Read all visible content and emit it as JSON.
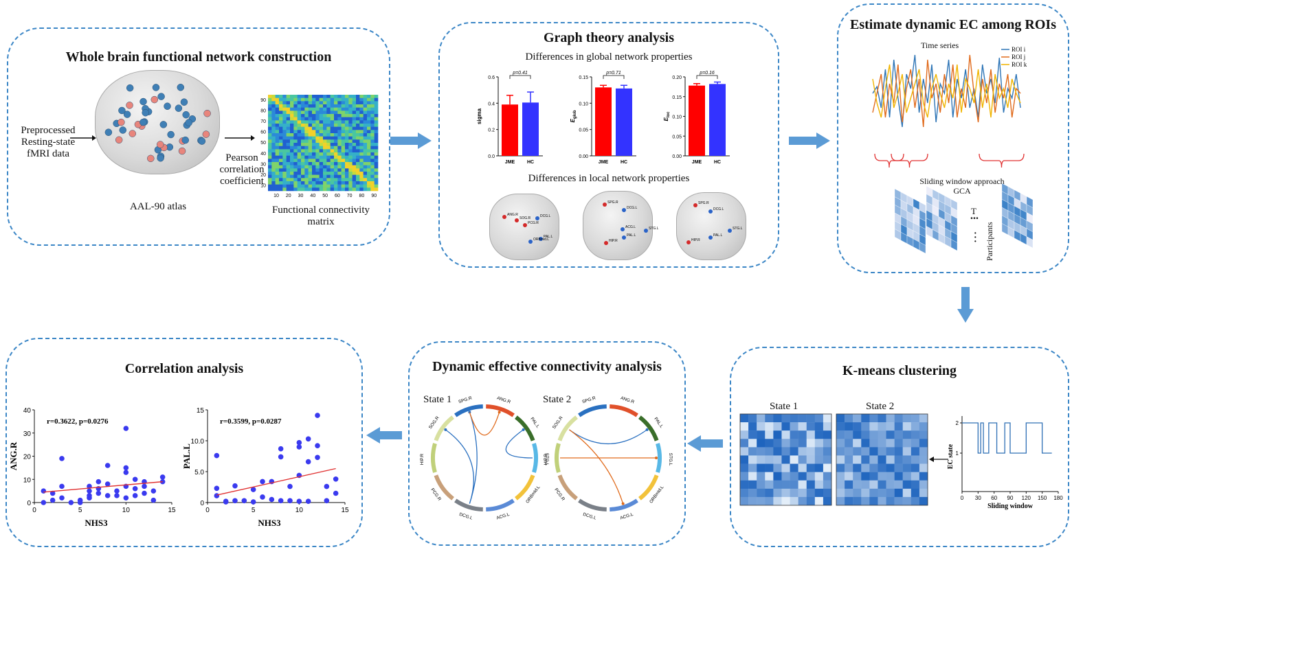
{
  "panels": {
    "p1": {
      "title": "Whole brain functional network construction",
      "input_label": "Preprocessed\nResting-state\nfMRI data",
      "atlas_label": "AAL-90 atlas",
      "method_label": "Pearson\ncorrelation\ncoefficient",
      "matrix_label": "Functional connectivity\nmatrix",
      "matrix_yticks": [
        "90",
        "80",
        "70",
        "60",
        "50",
        "40",
        "30",
        "20",
        "10"
      ],
      "matrix_xticks": [
        "10",
        "20",
        "30",
        "40",
        "50",
        "60",
        "70",
        "80",
        "90"
      ]
    },
    "p2": {
      "title": "Graph theory analysis",
      "global_label": "Differences in global network properties",
      "local_label": "Differences in local network properties",
      "brain_node_labels": [
        "ANG.R",
        "DCG.L",
        "SOG.R",
        "PCG.R",
        "PAL.L",
        "SPG.R",
        "STG.L",
        "ACG.L",
        "HIP.R",
        "ORBmid.L"
      ]
    },
    "p3": {
      "title": "Estimate dynamic EC among ROIs",
      "ts_label": "Time series",
      "legend": [
        "ROI i",
        "ROI j",
        "ROI k"
      ],
      "sliding_label": "Sliding window approach",
      "gca_label": "GCA",
      "t_label": "T",
      "participants_label": "Participants",
      "dots": "..."
    },
    "p4": {
      "title": "K-means clustering",
      "state1": "State 1",
      "state2": "State 2",
      "ylabel": "EC state",
      "xlabel": "Sliding window"
    },
    "p5": {
      "title": "Dynamic effective connectivity analysis",
      "state1": "State 1",
      "state2": "State 2"
    },
    "p6": {
      "title": "Correlation analysis"
    }
  },
  "colors": {
    "panel_border": "#3b86c6",
    "arrow": "#5b9bd5",
    "jme_bar": "#ff0000",
    "hc_bar": "#3333ff",
    "scatter_point": "#3a3aef",
    "fit_line": "#e03030",
    "ts_roi_i": "#2e75b6",
    "ts_roi_j": "#e06a1b",
    "ts_roi_k": "#f0b400",
    "bracket": "#e03030"
  },
  "chart_data": [
    {
      "type": "bar",
      "categories": [
        "JME",
        "HC"
      ],
      "values": [
        0.39,
        0.405
      ],
      "errors": [
        0.07,
        0.08
      ],
      "ylabel": "sigma",
      "annotation": "p=0.41",
      "ylim": [
        0,
        0.6
      ],
      "yticks": [
        "0.0",
        "0.2",
        "0.4",
        "0.6"
      ]
    },
    {
      "type": "bar",
      "categories": [
        "JME",
        "HC"
      ],
      "values": [
        0.13,
        0.128
      ],
      "errors": [
        0.004,
        0.006
      ],
      "ylabel": "Eglob",
      "ylabel_main": "E",
      "ylabel_sub": "glob",
      "annotation": "p=0.71",
      "ylim": [
        0,
        0.15
      ],
      "yticks": [
        "0.00",
        "0.05",
        "0.10",
        "0.15"
      ]
    },
    {
      "type": "bar",
      "categories": [
        "JME",
        "HC"
      ],
      "values": [
        0.178,
        0.182
      ],
      "errors": [
        0.005,
        0.005
      ],
      "ylabel": "Eloc",
      "ylabel_main": "E",
      "ylabel_sub": "loc",
      "annotation": "p=0.16",
      "ylim": [
        0,
        0.2
      ],
      "yticks": [
        "0.00",
        "0.05",
        "0.10",
        "0.15",
        "0.20"
      ]
    },
    {
      "type": "line",
      "title": "Time series",
      "series": [
        {
          "name": "ROI i",
          "values": [
            0.55,
            0.62,
            0.4,
            0.8,
            0.3,
            0.9,
            0.5,
            0.2,
            0.75,
            0.6,
            0.95,
            0.35,
            0.7,
            0.45,
            0.85,
            0.25,
            0.65,
            0.55,
            0.9,
            0.3,
            0.7,
            0.5,
            0.8,
            0.4,
            0.6,
            0.3,
            0.85,
            0.55,
            0.7,
            0.45,
            0.92,
            0.35,
            0.6,
            0.5,
            0.75,
            0.4
          ]
        },
        {
          "name": "ROI j",
          "values": [
            0.35,
            0.55,
            0.75,
            0.3,
            0.65,
            0.45,
            0.85,
            0.25,
            0.6,
            0.8,
            0.4,
            0.7,
            0.2,
            0.9,
            0.5,
            0.65,
            0.35,
            0.75,
            0.45,
            0.85,
            0.3,
            0.6,
            0.4,
            0.95,
            0.55,
            0.25,
            0.7,
            0.45,
            0.8,
            0.35,
            0.65,
            0.5,
            0.75,
            0.3,
            0.6,
            0.55
          ]
        },
        {
          "name": "ROI k",
          "values": [
            0.7,
            0.45,
            0.3,
            0.6,
            0.85,
            0.4,
            0.55,
            0.75,
            0.35,
            0.5,
            0.65,
            0.8,
            0.45,
            0.3,
            0.6,
            0.75,
            0.55,
            0.4,
            0.65,
            0.5,
            0.85,
            0.35,
            0.7,
            0.6,
            0.45,
            0.8,
            0.4,
            0.65,
            0.3,
            0.75,
            0.5,
            0.6,
            0.4,
            0.7,
            0.55,
            0.45
          ]
        }
      ]
    },
    {
      "type": "line",
      "xlabel": "Sliding window",
      "ylabel": "EC state",
      "xlim": [
        0,
        180
      ],
      "xticks": [
        "0",
        "30",
        "60",
        "90",
        "120",
        "150",
        "180"
      ],
      "yticks": [
        "1",
        "2"
      ],
      "x": [
        0,
        30,
        30,
        35,
        35,
        40,
        40,
        50,
        50,
        65,
        65,
        80,
        80,
        90,
        90,
        105,
        105,
        120,
        120,
        135,
        135,
        140,
        140,
        150,
        150,
        168
      ],
      "y": [
        2,
        2,
        1,
        1,
        2,
        2,
        1,
        1,
        2,
        2,
        1,
        1,
        2,
        2,
        1,
        1,
        1,
        1,
        2,
        2,
        2,
        2,
        2,
        2,
        1,
        1
      ]
    },
    {
      "type": "scatter",
      "xlabel": "NHS3",
      "ylabel": "ANG.R",
      "annotation": "r=0.3622, p=0.0276",
      "xlim": [
        0,
        15
      ],
      "ylim": [
        0,
        40
      ],
      "xticks": [
        "0",
        "5",
        "10",
        "15"
      ],
      "yticks": [
        "0",
        "10",
        "20",
        "30",
        "40"
      ],
      "x": [
        1,
        1,
        2,
        2,
        3,
        3,
        3,
        4,
        5,
        5,
        6,
        6,
        6,
        6,
        7,
        7,
        7,
        8,
        8,
        8,
        9,
        9,
        10,
        10,
        10,
        10,
        10,
        11,
        11,
        11,
        12,
        12,
        12,
        13,
        13,
        14,
        14
      ],
      "y": [
        5,
        0,
        1,
        4,
        19,
        7,
        2,
        0,
        0,
        1,
        5,
        3,
        7,
        2,
        9,
        4,
        6,
        16,
        3,
        8,
        3,
        5,
        32,
        15,
        13,
        7,
        2,
        10,
        6,
        3,
        9,
        4,
        7,
        5,
        1,
        11,
        9
      ],
      "fit": [
        [
          1,
          4.5
        ],
        [
          14,
          9.0
        ]
      ]
    },
    {
      "type": "scatter",
      "xlabel": "NHS3",
      "ylabel": "PAL.L",
      "annotation": "r=0.3599, p=0.0287",
      "xlim": [
        0,
        15
      ],
      "ylim": [
        0,
        15
      ],
      "xticks": [
        "0",
        "5",
        "10",
        "15"
      ],
      "yticks": [
        "0",
        "5.0",
        "10.0",
        "15"
      ],
      "x": [
        1,
        1,
        1,
        2,
        2,
        3,
        3,
        4,
        5,
        5,
        6,
        6,
        7,
        7,
        8,
        8,
        8,
        9,
        9,
        10,
        10,
        10,
        10,
        11,
        11,
        11,
        12,
        12,
        12,
        13,
        13,
        14,
        14
      ],
      "y": [
        7.6,
        2.3,
        1.1,
        0.2,
        0.1,
        0.3,
        2.7,
        0.3,
        0.1,
        2.1,
        0.9,
        3.4,
        3.4,
        0.5,
        8.7,
        7.4,
        0.3,
        2.6,
        0.3,
        9.7,
        9.0,
        4.4,
        0.2,
        10.3,
        6.6,
        0.2,
        14.1,
        9.2,
        7.3,
        2.6,
        0.3,
        3.8,
        1.5
      ],
      "fit": [
        [
          1,
          1.2
        ],
        [
          14,
          5.5
        ]
      ]
    }
  ]
}
